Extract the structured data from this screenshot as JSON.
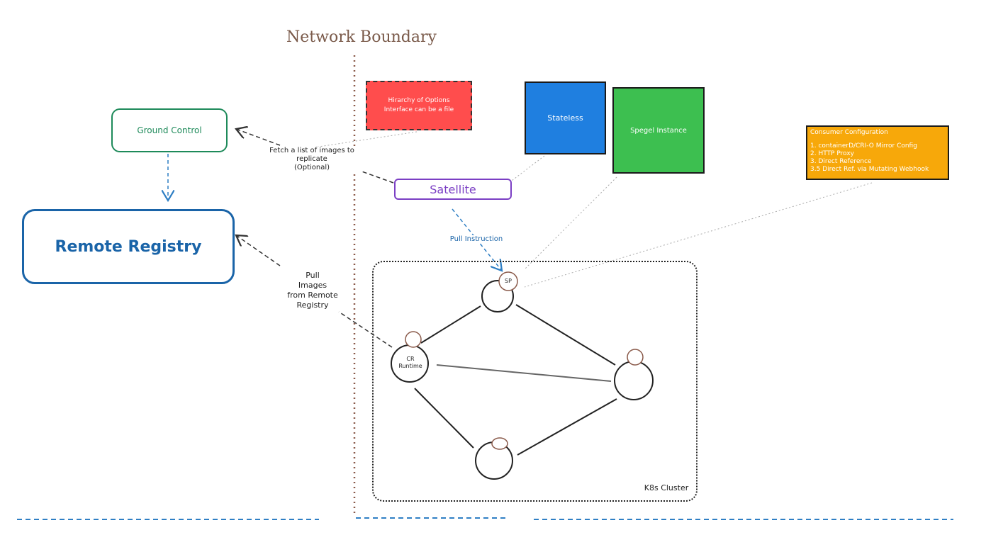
{
  "title": "Network Boundary",
  "ground_control": "Ground Control",
  "remote_registry": "Remote Registry",
  "satellite": "Satellite",
  "hierarchy_note": {
    "line1": "Hirarchy of Options",
    "line2": "Interface can be a file"
  },
  "stateless": "Stateless",
  "spegel": "Spegel Instance",
  "consumer_config": {
    "title": "Consumer Configuration",
    "items": [
      "1.  containerD/CRI-O Mirror Config",
      "2. HTTP Proxy",
      "3. Direct Reference",
      "3.5 Direct Ref. via Mutating Webhook"
    ]
  },
  "edge_fetch": {
    "line1": "Fetch a list of images to",
    "line2": "replicate",
    "line3": "(Optional)"
  },
  "edge_pull_images": {
    "line1": "Pull",
    "line2": "Images",
    "line3": "from Remote",
    "line4": "Registry"
  },
  "edge_pull_instruction": "Pull Instruction",
  "cluster_label": "K8s Cluster",
  "node_sp": "SP",
  "node_cr": {
    "line1": "CR",
    "line2": "Runtime"
  },
  "colors": {
    "ground_control": "#1e8a5a",
    "remote_registry": "#1a64a8",
    "satellite": "#7b3fc4",
    "hierarchy": "#ff4d4d",
    "stateless": "#1f7fe0",
    "spegel": "#3dbf50",
    "consumer": "#f7a80a",
    "boundary": "#7a5a4a"
  }
}
